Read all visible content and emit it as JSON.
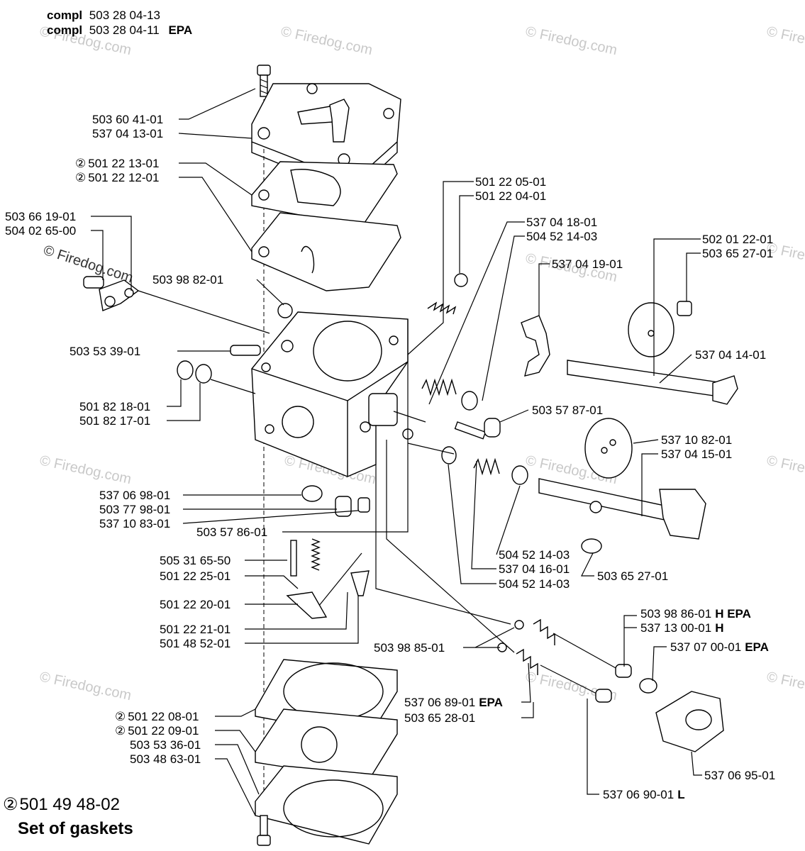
{
  "header": {
    "line1": {
      "prefix": "compl",
      "number": "503 28 04-13"
    },
    "line2": {
      "prefix": "compl",
      "number": "503 28 04-11",
      "suffix": "EPA"
    }
  },
  "watermark": {
    "text": "© Firedog.com",
    "prominent": "© Firedog.com"
  },
  "footer": {
    "kit_mark": "②",
    "kit_number": "501 49 48-02",
    "kit_title": "Set of gaskets"
  },
  "labels": {
    "l01": "503 60 41-01",
    "l02": "537 04 13-01",
    "l03": "501 22 13-01",
    "l04": "501 22 12-01",
    "l05": "503 66 19-01",
    "l06": "504 02 65-00",
    "l07": "503 98 82-01",
    "l08": "503 53 39-01",
    "l09": "501 82 18-01",
    "l10": "501 82 17-01",
    "l11": "501 22 05-01",
    "l12": "501 22 04-01",
    "l13": "537 04 18-01",
    "l14": "504 52 14-03",
    "l15": "537 04 19-01",
    "l16": "502 01 22-01",
    "l17": "503 65 27-01",
    "l18": "537 04 14-01",
    "l19": "503 57 87-01",
    "l20": "537 10 82-01",
    "l21": "537 04 15-01",
    "l22": "537 06 98-01",
    "l23": "503 77 98-01",
    "l24": "537 10 83-01",
    "l25": "503 57 86-01",
    "l26": "504 52 14-03",
    "l27": "537 04 16-01",
    "l28": "504 52 14-03",
    "l29": "503 65 27-01",
    "l30": "505 31 65-50",
    "l31": "501 22 25-01",
    "l32": "501 22 20-01",
    "l33": "501 22 21-01",
    "l34": "501 48 52-01",
    "l35": "503 98 86-01",
    "l35s": "H EPA",
    "l36": "537 13 00-01",
    "l36s": "H",
    "l37": "537 07 00-01",
    "l37s": "EPA",
    "l38": "503 98 85-01",
    "l39": "537 06 89-01",
    "l39s": "EPA",
    "l40": "503 65 28-01",
    "l41": "501 22 08-01",
    "l42": "501 22 09-01",
    "l43": "503 53 36-01",
    "l44": "503 48 63-01",
    "l45": "537 06 95-01",
    "l46": "537 06 90-01",
    "l46s": "L"
  },
  "circle_mark": "②"
}
